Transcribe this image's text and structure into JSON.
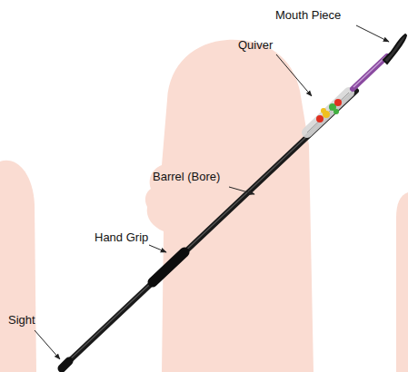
{
  "diagram": {
    "labels": [
      "Mouth Piece",
      "Quiver",
      "Barrel (Bore)",
      "Hand Grip",
      "Sight"
    ]
  }
}
